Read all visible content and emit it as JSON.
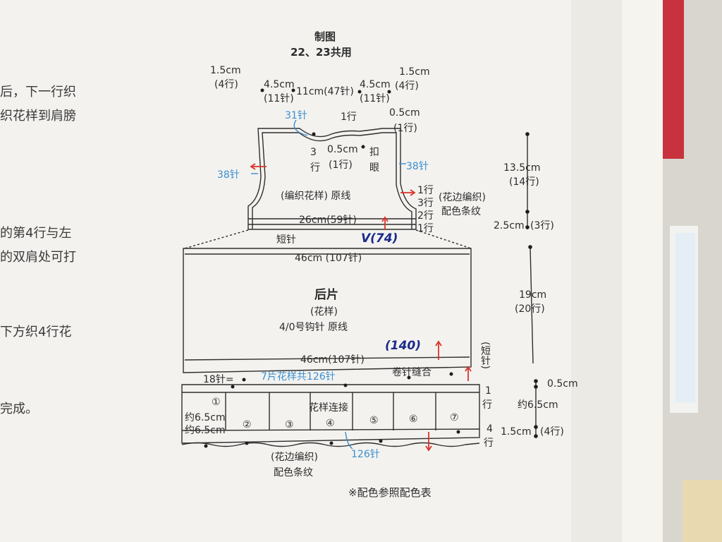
{
  "left_page_text": [
    "后，下一行织",
    "织花样到肩膀",
    "的第4行与左",
    "的双肩处可打",
    "下方织4行花",
    "完成。"
  ],
  "title": "制图",
  "subtitle": "22、23共用",
  "top_dims": {
    "a": "1.5cm",
    "a_rows": "(4行)",
    "b": "4.5cm",
    "b_sts": "(11针)",
    "c": "11cm(47针)",
    "d": "4.5cm",
    "d_sts": "(11针)",
    "e": "1.5cm",
    "e_rows": "(4行)"
  },
  "yoke": {
    "st31": "31针",
    "row1": "1行",
    "half": "0.5cm",
    "half_rows": "(1行)",
    "three": "3",
    "three_row": "行",
    "half2": "0.5cm",
    "half2_rows": "(1行)",
    "kou": "扣",
    "yan": "眼",
    "st38_left": "38针",
    "st38_right": "38针",
    "pattern": "(编织花样) 原线",
    "r1": "1行",
    "r3": "3行",
    "r2": "2行",
    "r1b": "1行",
    "edge": "(花边编织)",
    "stripe": "配色条纹",
    "bottom": "26cm(59针)",
    "short": "短针",
    "handwritten": "V(74)"
  },
  "right_dims": {
    "yoke_h": "13.5cm",
    "yoke_rows": "(14行)",
    "edge_h": "2.5cm",
    "edge_rows": "(3行)",
    "body_h": "19cm",
    "body_rows": "(20行)",
    "h05": "0.5cm",
    "r1": "1",
    "r1_lbl": "行",
    "about65": "约6.5cm",
    "h15": "1.5cm",
    "h15_rows": "(4行)",
    "r4": "4",
    "r4_lbl": "行"
  },
  "body": {
    "top_width": "46cm (107针)",
    "name": "后片",
    "pattern": "(花样)",
    "hook": "4/0号钩针  原线",
    "handwritten": "(140)",
    "bottom_width": "46cm(107针)",
    "short_side": "(短针)"
  },
  "band": {
    "st18": "18针=",
    "motifs": "7片花样共126针",
    "seam": "卷针缝合",
    "join": "花样连接",
    "cells": [
      "①",
      "②",
      "③",
      "④",
      "⑤",
      "⑥",
      "⑦"
    ],
    "size1": "约6.5cm",
    "size2": "约6.5cm",
    "st126": "126针",
    "edge": "(花边编织)",
    "stripe": "配色条纹"
  },
  "note": "※配色参照配色表",
  "colors": {
    "page": "#f3f2ef",
    "line": "#2e2e2e",
    "blue": "#3b8fd0",
    "red": "#d9322a",
    "ink": "#1c2a8c"
  }
}
